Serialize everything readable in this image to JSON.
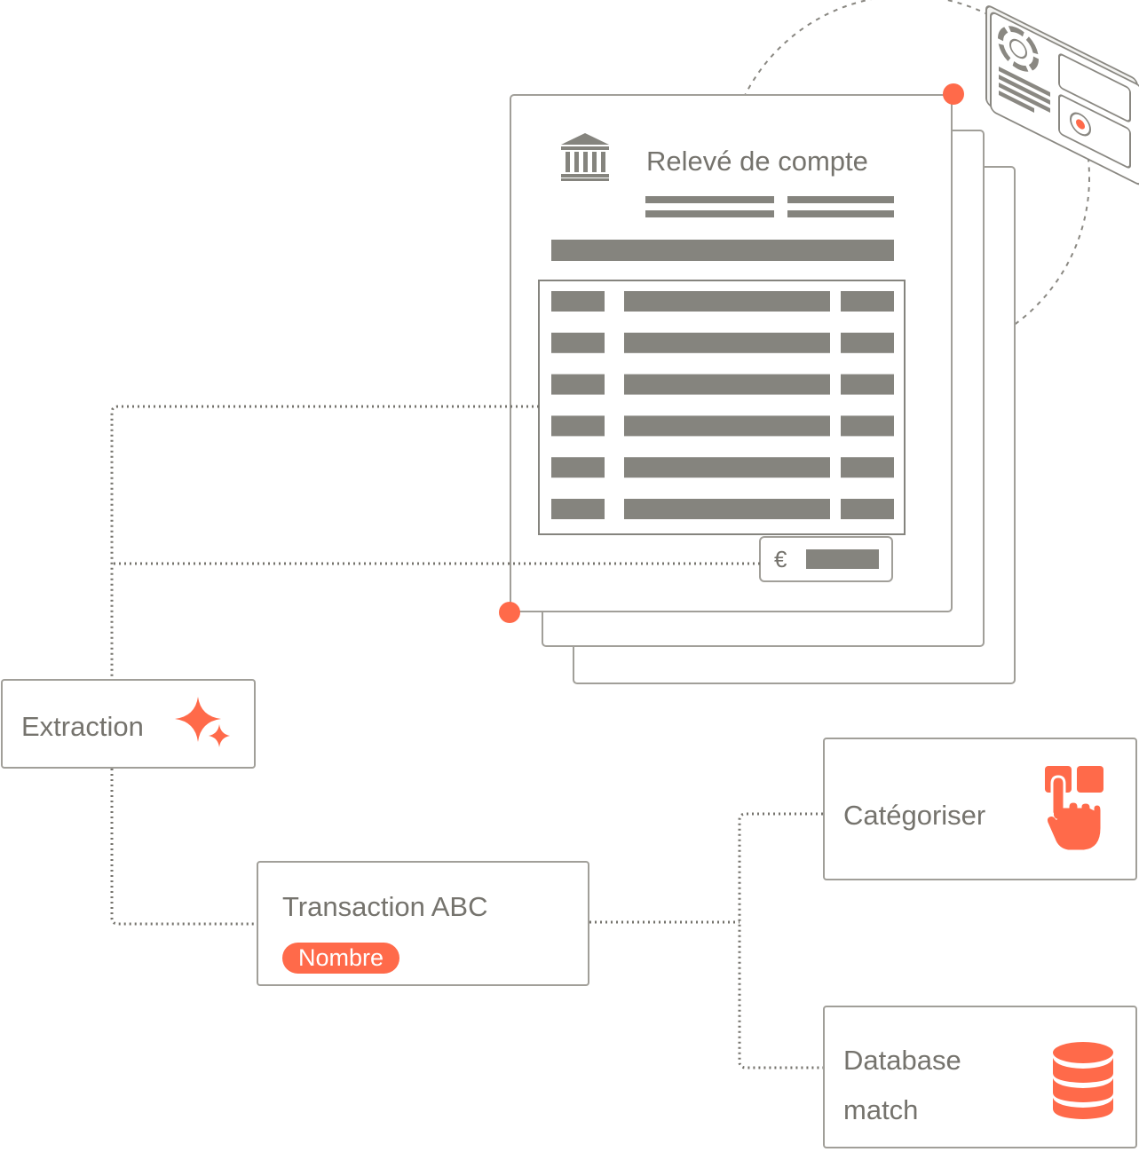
{
  "document": {
    "title": "Relevé de compte",
    "currency_symbol": "€",
    "table_rows": 6
  },
  "nodes": {
    "extraction": "Extraction",
    "transaction": "Transaction ABC",
    "transaction_tag": "Nombre",
    "categorize": "Catégoriser",
    "database_line1": "Database",
    "database_line2": "match"
  },
  "icons": {
    "bank": "bank-icon",
    "sparkle": "sparkle-icon",
    "tap": "hand-tap-icon",
    "database": "database-icon",
    "dashboard": "dashboard-card-icon"
  },
  "colors": {
    "accent": "#ff6a4a",
    "line": "#75736d",
    "border": "#a19f99",
    "placeholder": "#85847e"
  }
}
